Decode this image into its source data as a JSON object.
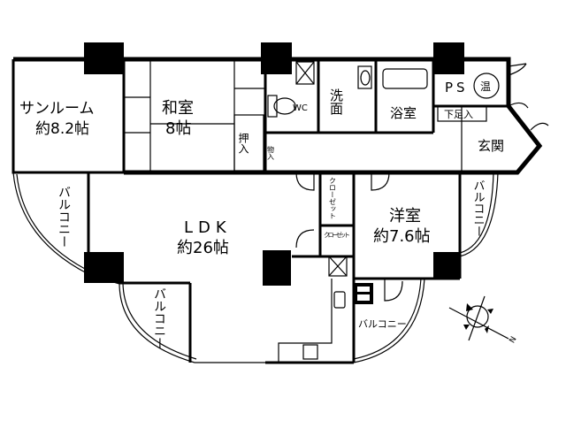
{
  "rooms": {
    "sunroom": {
      "name": "サンルーム",
      "size": "約8.2帖"
    },
    "washitsu": {
      "name": "和室",
      "size": "8帖"
    },
    "oshiire": "押入",
    "monoire": "物入",
    "wc": "WC",
    "senmen": "洗面",
    "yokushitsu": "浴室",
    "ps": "PS",
    "water_heater": "温",
    "getabako": "下足入",
    "genkan": "玄関",
    "ldk": {
      "name": "LDK",
      "size": "約26帖"
    },
    "closet_1": "クローゼット",
    "closet_2": "クローゼット",
    "yoshitsu": {
      "name": "洋室",
      "size": "約7.6帖"
    },
    "balcony_left": "バルコニー",
    "balcony_lower_left": "バルコニー",
    "balcony_right": "バルコニー",
    "balcony_bottom": "バルコニー"
  },
  "compass": {
    "north_label": "N"
  }
}
